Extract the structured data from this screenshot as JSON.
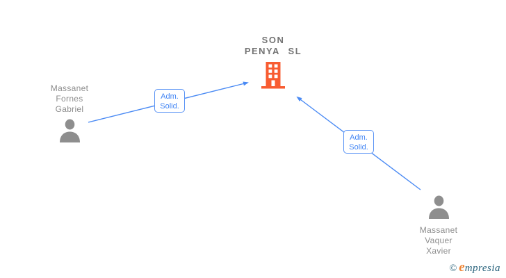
{
  "diagram": {
    "company": {
      "name_line1": "SON",
      "name_line2": "PENYA SL",
      "icon": "building-icon"
    },
    "persons": [
      {
        "id": "person-massanet-fornes-gabriel",
        "name_lines": [
          "Massanet",
          "Fornes",
          "Gabriel"
        ],
        "icon": "person-icon"
      },
      {
        "id": "person-massanet-vaquer-xavier",
        "name_lines": [
          "Massanet",
          "Vaquer",
          "Xavier"
        ],
        "icon": "person-icon"
      }
    ],
    "edges": [
      {
        "from": "person-massanet-fornes-gabriel",
        "to": "company",
        "label_line1": "Adm.",
        "label_line2": "Solid."
      },
      {
        "from": "person-massanet-vaquer-xavier",
        "to": "company",
        "label_line1": "Adm.",
        "label_line2": "Solid."
      }
    ],
    "colors": {
      "edge_blue": "#4a8af4",
      "label_border_blue": "#5b94f5",
      "label_text_blue": "#4285f4",
      "building_orange": "#f85c31",
      "person_icon_gray": "#8e8e8e",
      "person_text_gray": "#8d8d8d",
      "company_text_gray": "#757575"
    }
  },
  "footer": {
    "copyright_symbol": "©",
    "brand_first_letter": "e",
    "brand_rest": "mpresia",
    "logo_teal": "#25607a",
    "logo_orange": "#ee8434"
  }
}
